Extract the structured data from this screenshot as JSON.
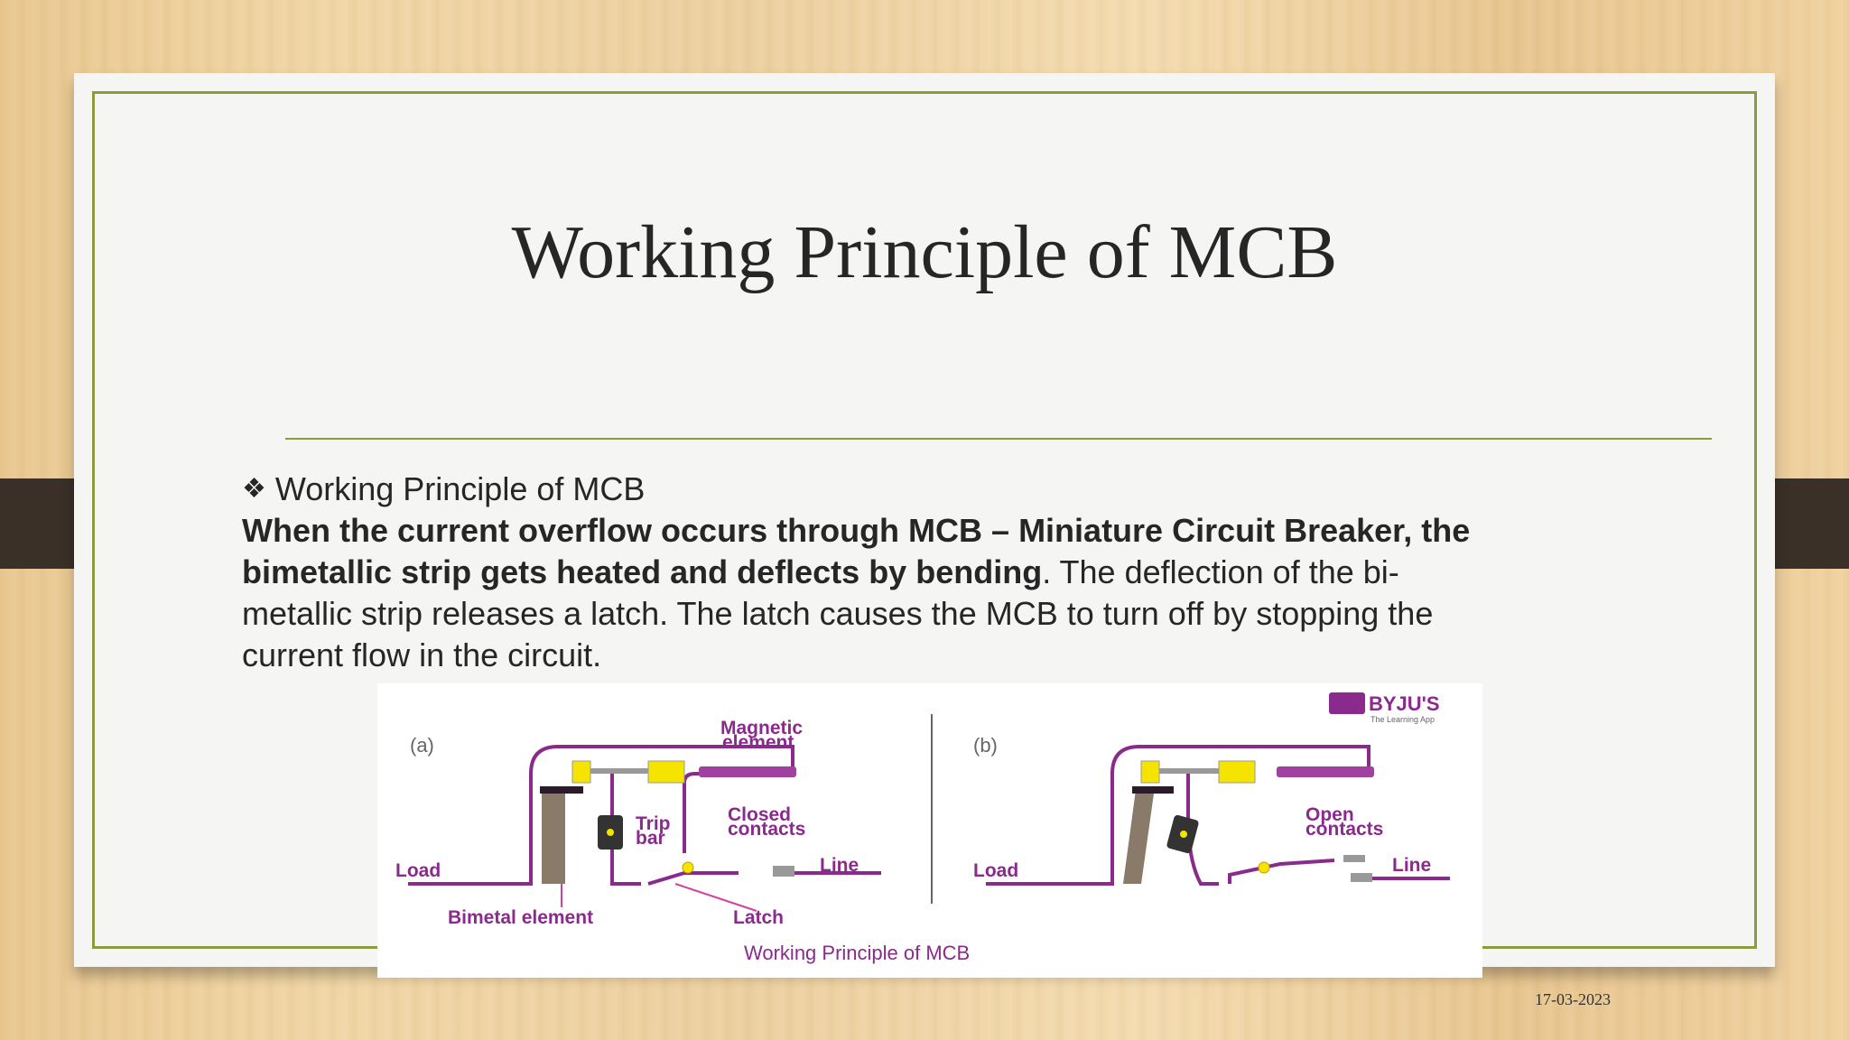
{
  "slide": {
    "title": "Working Principle of MCB",
    "bullet_heading": "Working Principle of MCB",
    "paragraph_bold": "When the current overflow occurs through MCB – Miniature Circuit Breaker, the bimetallic strip gets heated and deflects by bending",
    "paragraph_rest": ". The deflection of the bi-metallic strip releases a latch. The latch causes the MCB to turn off by stopping the current flow in the circuit.",
    "date": "17-03-2023"
  },
  "figure": {
    "brand": "BYJU'S",
    "brand_tagline": "The Learning App",
    "panel_a_label": "(a)",
    "panel_b_label": "(b)",
    "magnetic_element": [
      "Magnetic",
      "element"
    ],
    "trip_bar": [
      "Trip",
      "bar"
    ],
    "closed_contacts": [
      "Closed",
      "contacts"
    ],
    "open_contacts": [
      "Open",
      "contacts"
    ],
    "load": "Load",
    "line": "Line",
    "bimetal_element": "Bimetal element",
    "latch": "Latch",
    "caption": "Working Principle of MCB"
  },
  "colors": {
    "purple": "#8a2a8c",
    "frame_green": "#8a9c3c",
    "yellow": "#f5e400",
    "coil": "#a040a0"
  }
}
